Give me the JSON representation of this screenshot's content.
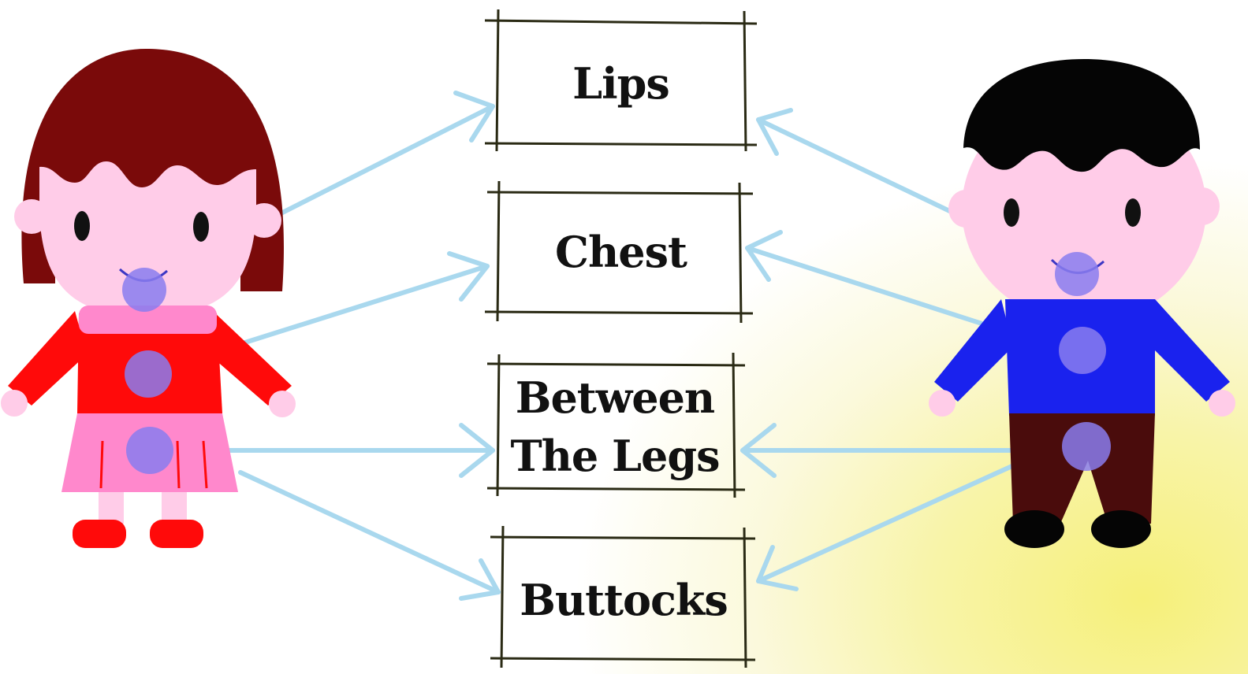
{
  "labels": {
    "lips": "Lips",
    "chest": "Chest",
    "between_legs_line1": "Between",
    "between_legs_line2": "The Legs",
    "buttocks": "Buttocks"
  },
  "colors": {
    "arrow": "#a9d8ee",
    "girl_hair": "#7a0a0a",
    "girl_shirt": "#ff0a0a",
    "girl_skirt": "#ff88cc",
    "boy_hair": "#050505",
    "boy_shirt": "#1a22ee",
    "boy_pants": "#4a0c0c",
    "skin": "#ffcce8",
    "marker": "#8a7cee"
  }
}
